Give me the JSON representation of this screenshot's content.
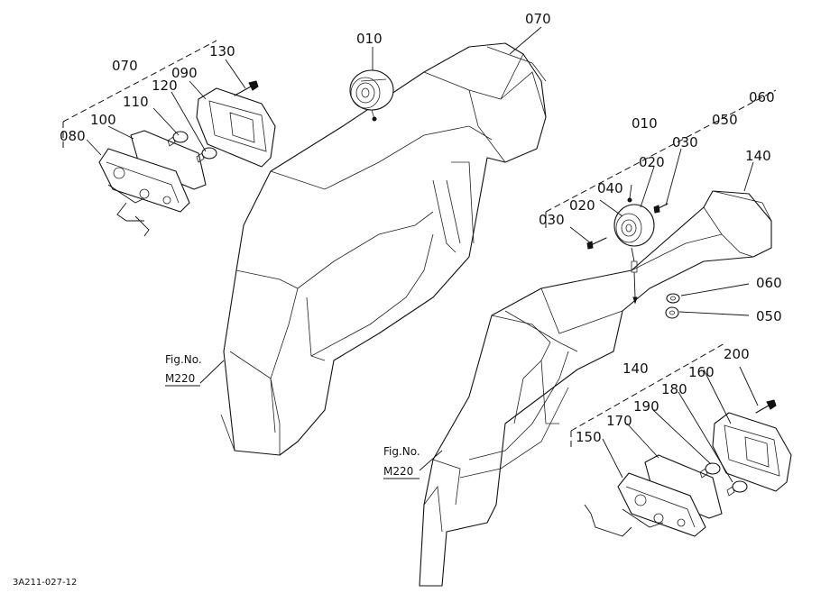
{
  "labels": {
    "left_070": "070",
    "left_130": "130",
    "left_090": "090",
    "left_120": "120",
    "left_110": "110",
    "left_100": "100",
    "left_080": "080",
    "top_010": "010",
    "top_070": "070",
    "right_010": "010",
    "right_050_top": "050",
    "right_060_top": "060",
    "right_020a": "020",
    "right_030a": "030",
    "right_140_top": "140",
    "right_040": "040",
    "right_020b": "020",
    "right_030b": "030",
    "right_060": "060",
    "right_050": "050",
    "lower_140": "140",
    "lower_160": "160",
    "lower_200": "200",
    "lower_180": "180",
    "lower_190": "190",
    "lower_170": "170",
    "lower_150": "150",
    "ref_left_fig": "Fig.No.",
    "ref_left_num": "M220",
    "ref_right_fig": "Fig.No.",
    "ref_right_num": "M220",
    "drawing_code": "3A211-027-12"
  }
}
